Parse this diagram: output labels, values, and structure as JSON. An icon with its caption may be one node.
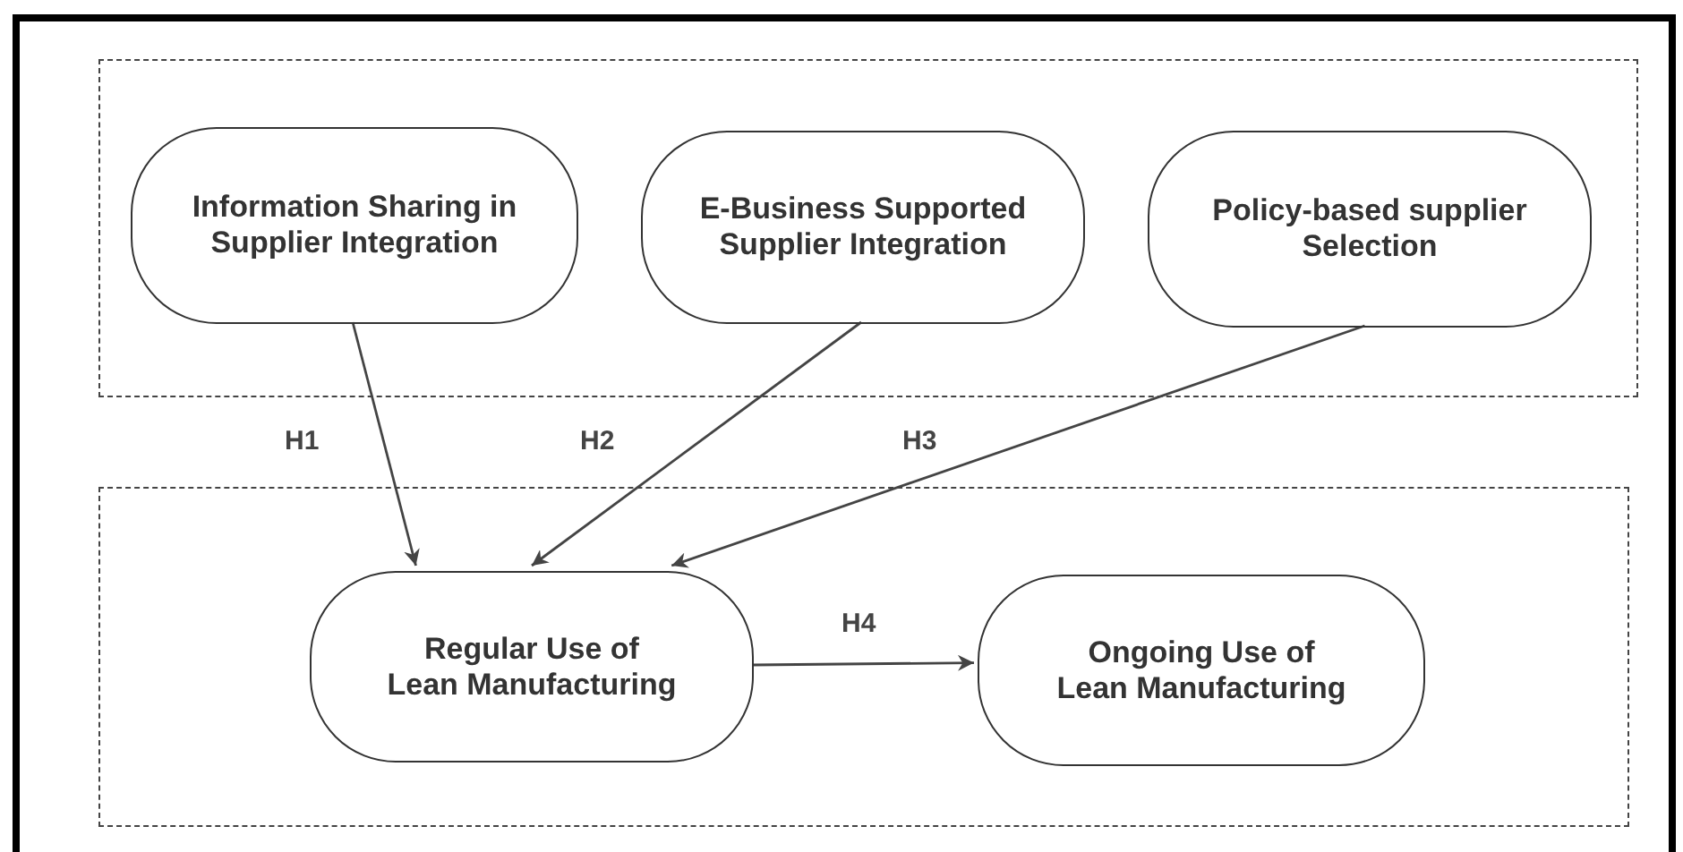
{
  "diagram": {
    "nodes": [
      {
        "text": [],
        "shape": "box"
      },
      {
        "text": [
          "Information Sharing in Supplier Integration"
        ],
        "in": 0
      },
      {
        "text": [
          "E-Business Supported Supplier Integration"
        ],
        "in": 0
      },
      {
        "text": [
          "Policy-based supplier Selection"
        ],
        "in": 0
      },
      {
        "text": [],
        "shape": "box"
      },
      {
        "text": [
          "Regular Use of Lean Manufacturing"
        ],
        "in": 4
      },
      {
        "text": [
          "Ongoing Use of Lean Manufacturing"
        ],
        "in": 4
      }
    ],
    "edges": [
      {
        "from": 1,
        "to": 5,
        "arrow": "to",
        "label": "H1"
      },
      {
        "from": 2,
        "to": 5,
        "arrow": "to",
        "label": "H2"
      },
      {
        "from": 3,
        "to": 5,
        "arrow": "to",
        "label": "H3"
      },
      {
        "from": 5,
        "to": 6,
        "arrow": "to",
        "label": "H4"
      }
    ]
  }
}
